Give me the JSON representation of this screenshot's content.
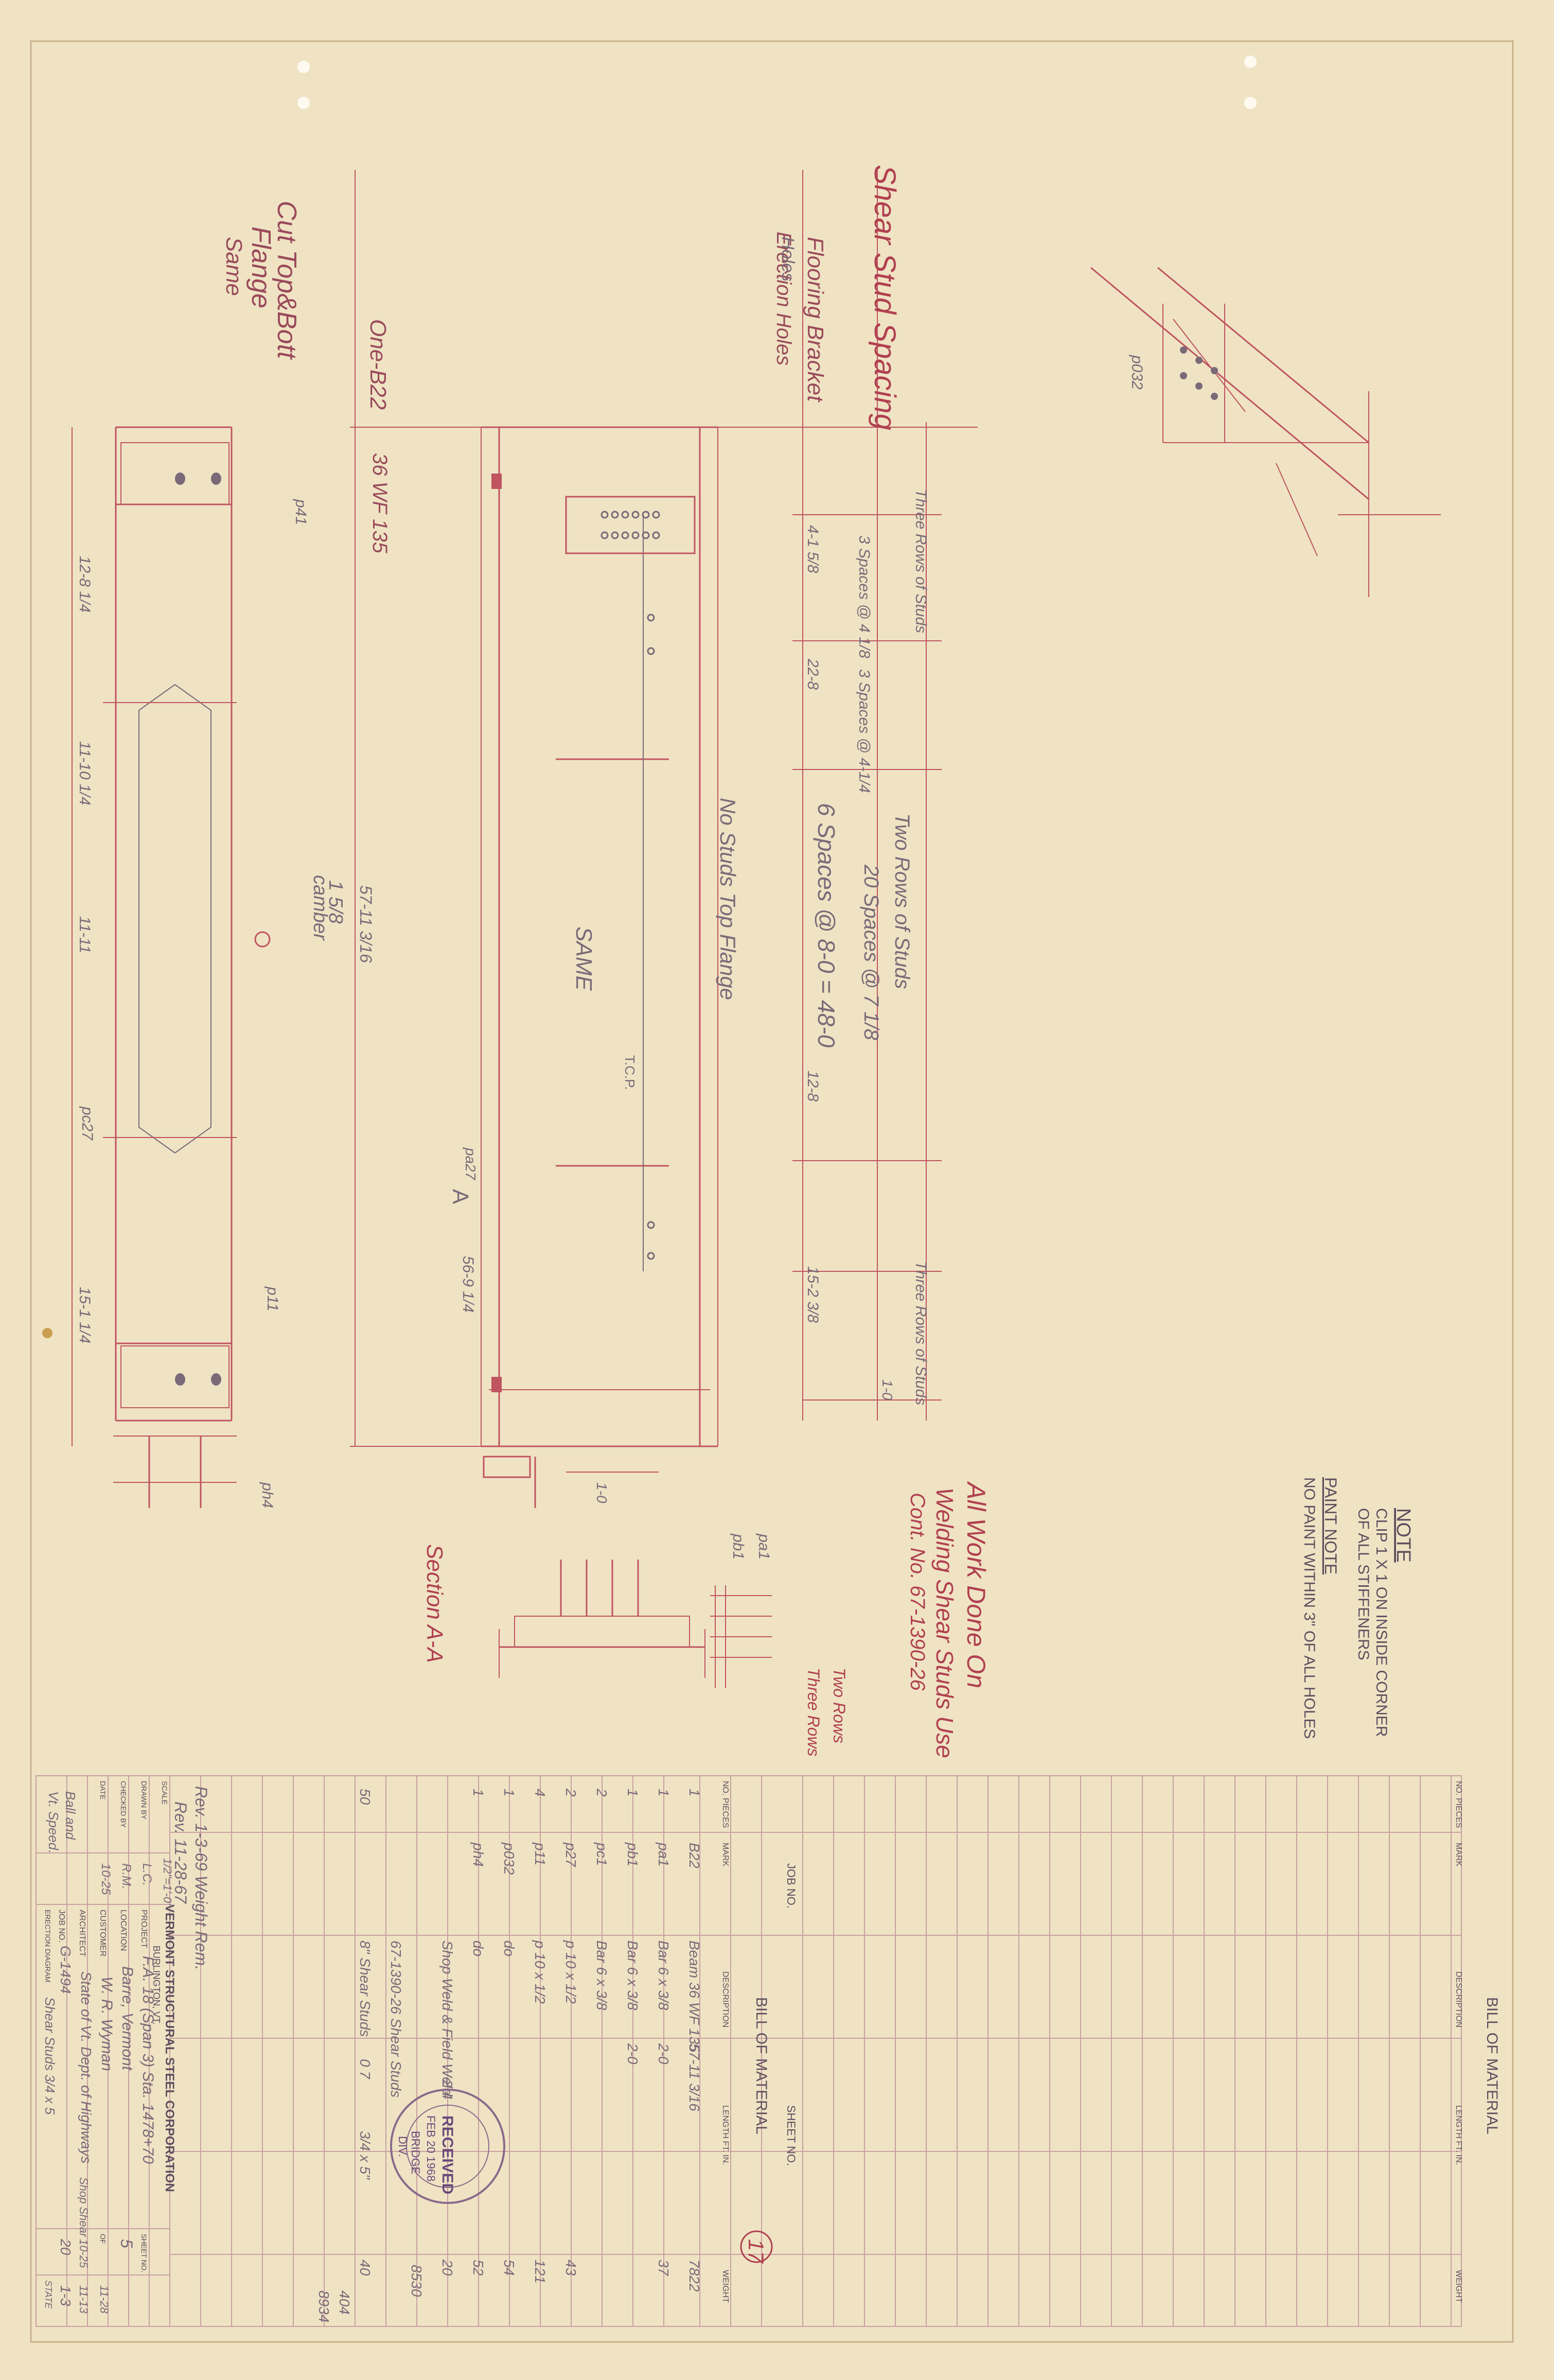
{
  "colors": {
    "paper": "#efe3c4",
    "red_line": "#c05460",
    "pencil": "#7a6a78",
    "red_text": "#a0404c",
    "ink": "#5e4e5e"
  },
  "labels": {
    "shear_stud_spacing": "Shear Stud Spacing",
    "erection_holes": "Erection Holes",
    "flooring_bracket": "Flooring Bracket",
    "holes": "Holes",
    "cut_top_bott": "Cut Top&Bott",
    "flange": "Flange",
    "same": "Same",
    "one_b22": "One-B22",
    "wf": "36 WF 135",
    "camber_val": "1 5/8",
    "camber": "camber",
    "mark": "SAME",
    "no_stud_top_flange": "No Studs Top Flange",
    "stud_spacing_a": "3 Spaces @ 4 1/8",
    "stud_spacing_b": "3 Spaces @ 4-1/4",
    "two_rows_of_studs": "Two Rows of Studs",
    "twenty_spaces": "20 Spaces @ 7 1/8",
    "six_spaces": "6 Spaces @ 8-0 = 48-0",
    "three_rows_of_studs_left": "Three Rows of Studs",
    "three_rows_of_studs_right": "Three Rows of Studs",
    "a_section_mark": "A",
    "section_aa": "Section A-A",
    "all_work_done_on": "All Work Done On",
    "welding_shear_studs": "Welding Shear Studs Use",
    "cont": "Cont. No. 67-1390-26",
    "two_rows": "Two Rows",
    "three_rows": "Three Rows",
    "dim_pa1": "pa1",
    "dim_pb1": "pb1",
    "dim_pa27": "pa27",
    "dim_pc27": "pc27",
    "dim_p11": "p11",
    "dim_ph4": "ph4",
    "dim_p41": "p41",
    "dim_p032": "p032",
    "dim_1": "12-8 1/4",
    "dim_2": "11-10 1/4",
    "dim_3": "11-11",
    "dim_4": "15-1 1/4",
    "dim_5": "4-1 5/8",
    "dim_6": "22-8",
    "dim_7": "15-2 3/8",
    "dim_8": "12-8",
    "dim_9": "57-11 3/16",
    "dim_10": "56-9 1/4",
    "dim_11": "1-0",
    "dim_12": "1-0",
    "tcp": "T.C.P."
  },
  "notes": {
    "note_title": "NOTE",
    "note_line1": "CLIP 1 X 1 ON INSIDE CORNER",
    "note_line2": "OF ALL STIFFENERS",
    "paint_title": "PAINT NOTE",
    "paint_line": "NO PAINT WITHIN 3\" OF ALL HOLES"
  },
  "bill_of_material": {
    "title": "BILL OF MATERIAL",
    "job_no_label": "JOB NO.",
    "sheet_no_label": "SHEET NO.",
    "sheet_no_value": "17",
    "headers": [
      "NO. PIECES",
      "MARK",
      "DESCRIPTION",
      "LENGTH FT. IN.",
      "WEIGHT"
    ],
    "rows": [
      {
        "pieces": "1",
        "mark": "B22",
        "desc": "Beam 36 WF 135",
        "length": "57-11 3/16",
        "weight": "7822"
      },
      {
        "pieces": "1",
        "mark": "pa1",
        "desc": "Bar 6 x 3/8",
        "length": "2-0",
        "weight": "37"
      },
      {
        "pieces": "1",
        "mark": "pb1",
        "desc": "Bar 6 x 3/8",
        "length": "2-0",
        "weight": ""
      },
      {
        "pieces": "2",
        "mark": "pc1",
        "desc": "Bar 6 x 3/8",
        "length": "",
        "weight": ""
      },
      {
        "pieces": "2",
        "mark": "p27",
        "desc": "p 10 x 1/2",
        "length": "",
        "weight": "43"
      },
      {
        "pieces": "4",
        "mark": "p11",
        "desc": "p 10 x 1/2",
        "length": "",
        "weight": "121"
      },
      {
        "pieces": "1",
        "mark": "p032",
        "desc": "do",
        "length": "",
        "weight": "54"
      },
      {
        "pieces": "1",
        "mark": "ph4",
        "desc": "do",
        "length": "",
        "weight": "52"
      }
    ],
    "field_weld": "Shop Weld & Field Weld",
    "weld_qty": "2 4",
    "weld_weight": "20",
    "cont_note": "67-1390-26 Shear Studs",
    "stud_line": "8\" Shear Studs",
    "stud_qty": "50",
    "stud_size": "0 7",
    "stud_mark": "3/4 x 5\"",
    "stud_weight": "40",
    "total_weight_1": "8530",
    "total_weight_2": "404",
    "total_weight_3": "8934"
  },
  "stamp": {
    "text1": "RECEIVED",
    "text2": "FEB 20 1968",
    "text3": "BRIDGE",
    "text4": "DIV."
  },
  "title_block": {
    "company": "VERMONT STRUCTURAL STEEL CORPORATION",
    "city": "BURLINGTON, VT.",
    "rev1": "Rev. 1-3-69 Weight Rem.",
    "rev2": "Rev. 11-28-67",
    "project_label": "PROJECT",
    "project_value": "F.A. 18 (Span 3) Sta. 1478+70",
    "location_label": "LOCATION",
    "location_value": "Barre, Vermont",
    "customer_label": "CUSTOMER",
    "customer_value": "W. R. Wyman",
    "architect_label": "ARCHITECT",
    "architect_value": "State of Vt. Dept. of Highways",
    "job_no_label": "JOB NO.",
    "job_no_value": "G-1494",
    "shop_label": "ERECTION DIAGRAM",
    "shop_value": "Shear Studs 3/4 x 5",
    "scale_label": "SCALE",
    "scale_value": "1/2\"=1'-0\"",
    "drawn_by_label": "DRAWN BY",
    "drawn_by_value": "L.C.",
    "checked_label": "CHECKED BY",
    "checked_value": "R.M.",
    "date_label": "DATE",
    "date_value": "10-25",
    "dates": [
      "10-25",
      "11-13",
      "11-28"
    ],
    "sheet_label": "SHEET NO.",
    "sheet_value": "5",
    "of_label": "OF",
    "of_value": "20",
    "state_label": "STATE",
    "state_value": "1-3",
    "side_note_1": "Ball and",
    "side_note_2": "Vt. Speed.",
    "side_note_3": "Shop Shear"
  }
}
